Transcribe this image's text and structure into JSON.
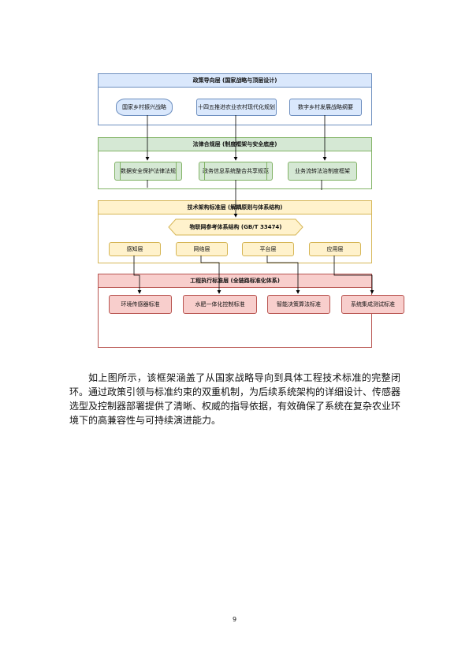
{
  "figure": {
    "layers": [
      {
        "title": "政策导向层 (国家战略与顶层设计)",
        "items": [
          "国家乡村振兴战略",
          "十四五推进农业农村现代化规划",
          "数字乡村发展战略纲要"
        ]
      },
      {
        "title": "法律合规层 (制度框架与安全底座)",
        "items": [
          "数据安全保护法律法规",
          "政务信息系统整合共享规范",
          "业务流转法治制度框架"
        ]
      },
      {
        "title": "技术架构标准层 (解耦原则与体系结构)",
        "hub": "物联网参考体系结构 (GB/T 33474)",
        "items": [
          "感知层",
          "网络层",
          "平台层",
          "应用层"
        ]
      },
      {
        "title": "工程执行标准层 (全链路标准化体系)",
        "items": [
          "环境传感器标准",
          "水肥一体化控制标准",
          "智能决策算法标准",
          "系统集成测试标准"
        ]
      }
    ]
  },
  "body": {
    "paragraph": "如上图所示，该框架涵盖了从国家战略导向到具体工程技术标准的完整闭环。通过政策引领与标准约束的双重机制，为后续系统架构的详细设计、传感器选型及控制器部署提供了清晰、权威的指导依据，有效确保了系统在复杂农业环境下的高兼容性与可持续演进能力。"
  },
  "footer": {
    "page_number": "9"
  },
  "colors": {
    "policy": "#dae8fc",
    "legal": "#d5e8d4",
    "tech": "#fff2cc",
    "engineering": "#f8cecc"
  }
}
